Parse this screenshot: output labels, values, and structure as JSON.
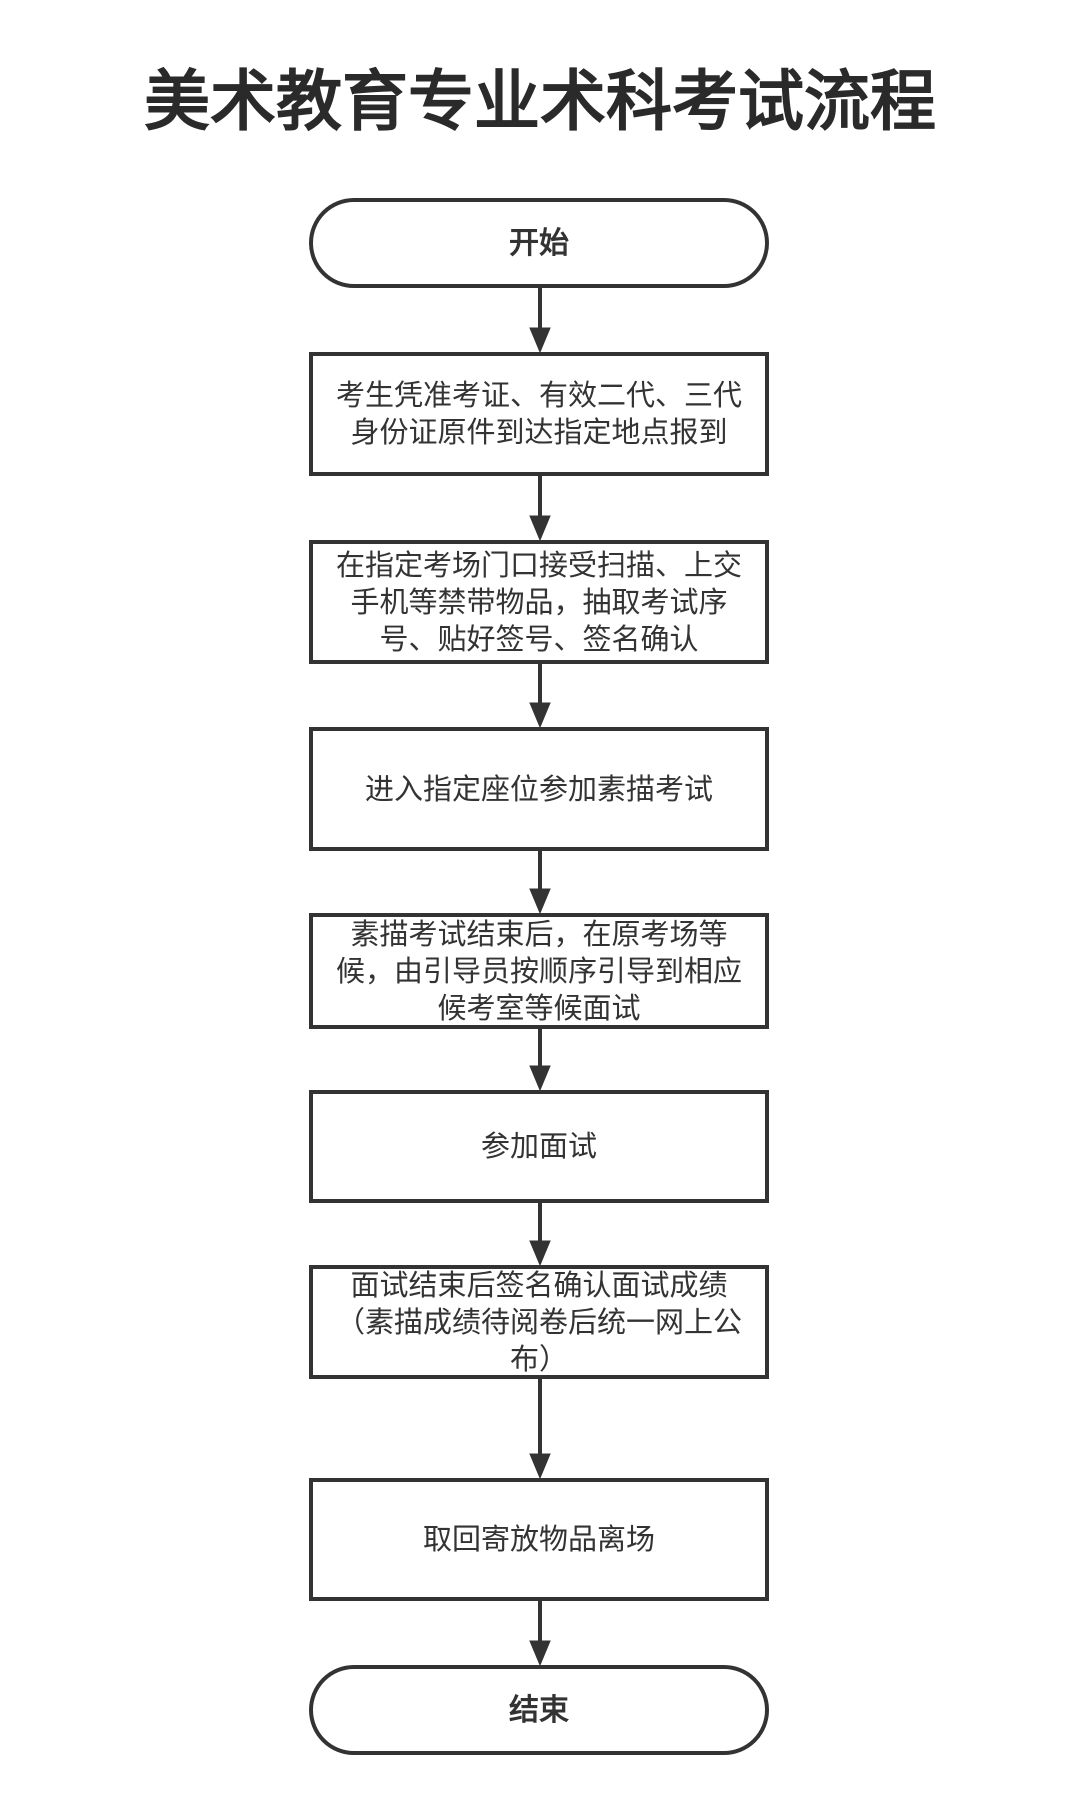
{
  "title": "美术教育专业术科考试流程",
  "steps": [
    {
      "type": "terminal",
      "text": "开始"
    },
    {
      "type": "process",
      "text": "考生凭准考证、有效二代、三代身份证原件到达指定地点报到"
    },
    {
      "type": "process",
      "text": "在指定考场门口接受扫描、上交手机等禁带物品，抽取考试序号、贴好签号、签名确认"
    },
    {
      "type": "process",
      "text": "进入指定座位参加素描考试"
    },
    {
      "type": "process",
      "text": "素描考试结束后，在原考场等候，由引导员按顺序引导到相应候考室等候面试"
    },
    {
      "type": "process",
      "text": "参加面试"
    },
    {
      "type": "process",
      "text": "面试结束后签名确认面试成绩（素描成绩待阅卷后统一网上公布）"
    },
    {
      "type": "process",
      "text": "取回寄放物品离场"
    },
    {
      "type": "terminal",
      "text": "结束"
    }
  ]
}
